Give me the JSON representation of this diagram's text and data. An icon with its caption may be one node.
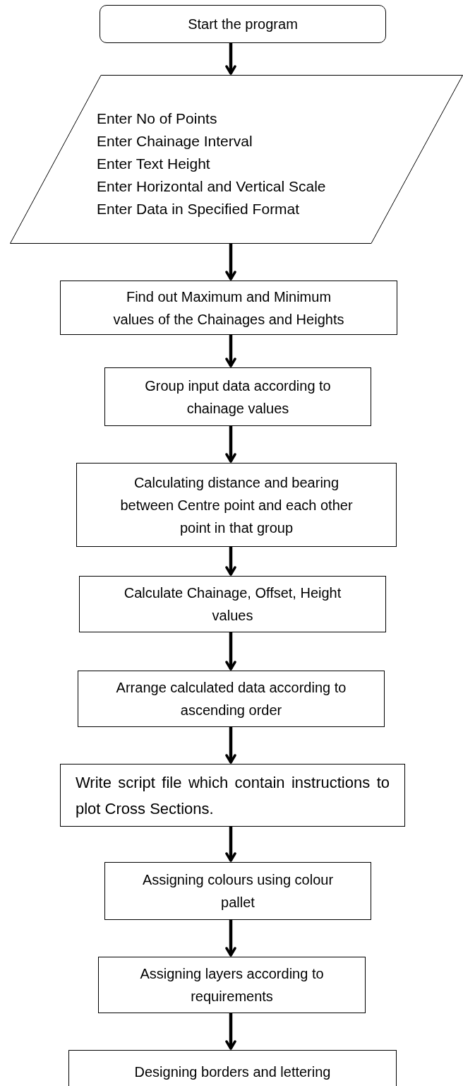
{
  "diagram": {
    "nodes": [
      {
        "text": [
          "Start the program"
        ]
      },
      {
        "text": [
          "Enter No of Points",
          "Enter Chainage Interval",
          "Enter Text Height",
          "Enter Horizontal and Vertical Scale",
          "Enter Data in Specified Format"
        ]
      },
      {
        "text": [
          "Find out Maximum and Minimum values of the Chainages and Heights"
        ]
      },
      {
        "text": [
          "Group input data according to chainage values"
        ]
      },
      {
        "text": [
          "Calculating distance and bearing between Centre point and each other point in that group"
        ]
      },
      {
        "text": [
          "Calculate Chainage, Offset, Height values"
        ]
      },
      {
        "text": [
          "Arrange calculated data according to ascending order"
        ]
      },
      {
        "text": [
          "Write script file which contain instructions to plot Cross Sections."
        ]
      },
      {
        "text": [
          "Assigning colours using colour pallet"
        ]
      },
      {
        "text": [
          "Assigning layers according to requirements"
        ]
      },
      {
        "text": [
          "Designing borders and lettering"
        ]
      }
    ],
    "edges": [
      {
        "from": 0,
        "to": 1,
        "arrow": "to"
      },
      {
        "from": 1,
        "to": 2,
        "arrow": "to"
      },
      {
        "from": 2,
        "to": 3,
        "arrow": "to"
      },
      {
        "from": 3,
        "to": 4,
        "arrow": "to"
      },
      {
        "from": 4,
        "to": 5,
        "arrow": "to"
      },
      {
        "from": 5,
        "to": 6,
        "arrow": "to"
      },
      {
        "from": 6,
        "to": 7,
        "arrow": "to"
      },
      {
        "from": 7,
        "to": 8,
        "arrow": "to"
      },
      {
        "from": 8,
        "to": 9,
        "arrow": "to"
      },
      {
        "from": 9,
        "to": 10,
        "arrow": "to"
      }
    ]
  }
}
